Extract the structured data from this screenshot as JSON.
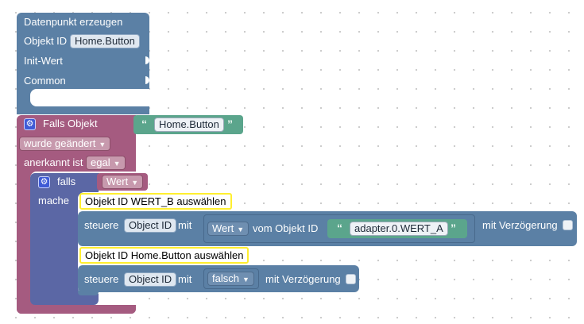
{
  "create_datapoint": {
    "title": "Datenpunkt erzeugen",
    "object_id_label": "Objekt ID",
    "object_id_value": "Home.Button",
    "init_label": "Init-Wert",
    "common_label": "Common"
  },
  "on_change": {
    "title": "Falls Objekt",
    "object_value": "Home.Button",
    "trigger_dropdown": "wurde geändert",
    "ack_label": "anerkannt ist",
    "ack_dropdown": "egal"
  },
  "if_block": {
    "if_label": "falls",
    "condition_dropdown": "Wert",
    "do_label": "mache"
  },
  "comment_1": "Objekt ID WERT_B auswählen",
  "control_1": {
    "label": "steuere",
    "object_id_pill": "Object ID",
    "with_label": "mit",
    "value_dropdown": "Wert",
    "from_label": "vom Objekt ID",
    "source_id": "adapter.0.WERT_A",
    "delay_label": "mit Verzögerung"
  },
  "comment_2": "Objekt ID Home.Button auswählen",
  "control_2": {
    "label": "steuere",
    "object_id_pill": "Object ID",
    "with_label": "mit",
    "value_dropdown": "falsch",
    "delay_label": "mit Verzögerung"
  },
  "colors": {
    "blue_block": "#5b80a5",
    "event_block": "#a55b80",
    "logic_block": "#5b67a5",
    "text_block": "#5ba58c",
    "comment_border": "#ffef2f"
  }
}
